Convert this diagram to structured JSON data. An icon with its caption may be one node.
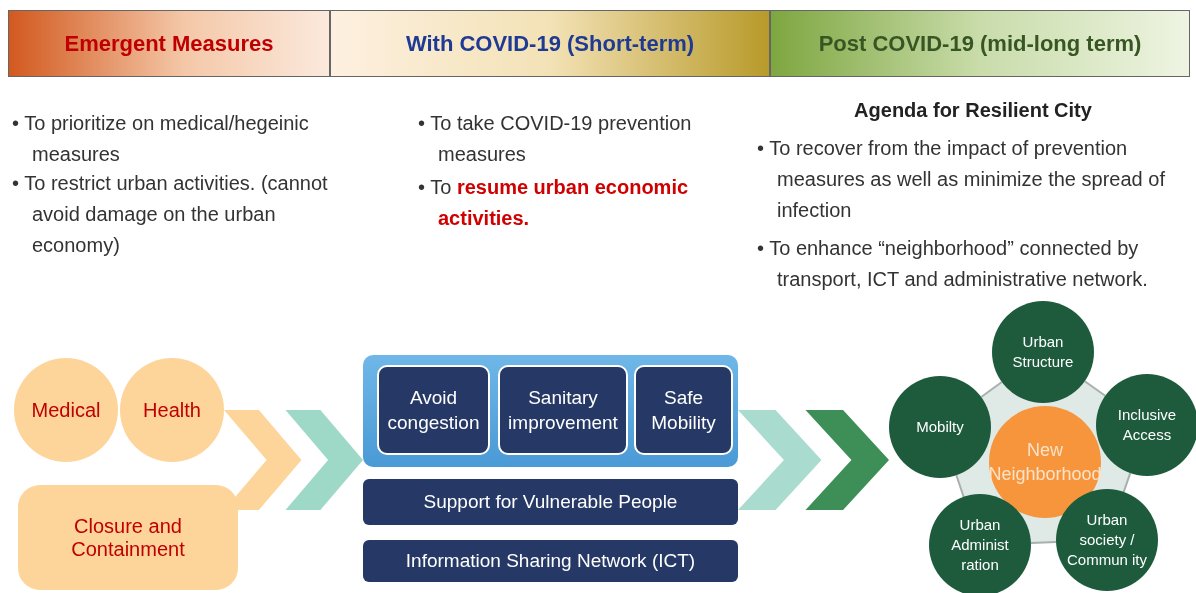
{
  "diagram": {
    "nodes": [
      {
        "text": [
          "Emergent Measures"
        ]
      },
      {
        "text": [
          "With COVID-19 (Short-term)"
        ]
      },
      {
        "text": [
          "Post COVID-19 (mid-long term)"
        ]
      },
      {
        "text": [
          "Medical"
        ]
      },
      {
        "text": [
          "Health"
        ]
      },
      {
        "text": [
          "Closure and Containment"
        ]
      },
      {
        "text": [],
        "shape": "box"
      },
      {
        "text": [
          "Avoid congestion"
        ],
        "in": 6
      },
      {
        "text": [
          "Sanitary improvement"
        ],
        "in": 6
      },
      {
        "text": [
          "Safe Mobility"
        ],
        "in": 6
      },
      {
        "text": [
          "Support for Vulnerable People"
        ]
      },
      {
        "text": [
          "Information Sharing Network (ICT)"
        ]
      },
      {
        "text": [
          "Urban Structure"
        ]
      },
      {
        "text": [
          "Mobilty"
        ]
      },
      {
        "text": [
          "New Neighborhood"
        ]
      },
      {
        "text": [
          "Inclusive Access"
        ]
      },
      {
        "text": [
          "Urban Administ ration"
        ]
      },
      {
        "text": [
          "Urban society / Commun ity"
        ]
      }
    ],
    "edges": [
      {
        "from": 4,
        "to": 6,
        "arrow": "to"
      },
      {
        "from": 6,
        "to": 13,
        "arrow": "to"
      },
      {
        "from": 12,
        "to": 15,
        "arrow": "none"
      },
      {
        "from": 15,
        "to": 17,
        "arrow": "none"
      },
      {
        "from": 17,
        "to": 16,
        "arrow": "none"
      },
      {
        "from": 16,
        "to": 13,
        "arrow": "none"
      },
      {
        "from": 13,
        "to": 12,
        "arrow": "none"
      }
    ],
    "labels": [
      "• To prioritize on medical/hegeinic measures",
      "• To restrict urban activities. (cannot avoid damage on the urban economy)",
      "• To take COVID-19 prevention measures",
      "• To **resume urban economic activities.**",
      "Agenda for Resilient City",
      "• To recover from the impact of prevention measures as well as minimize the spread of infection",
      "• To enhance “neighborhood” connected by transport, ICT and administrative network."
    ]
  }
}
